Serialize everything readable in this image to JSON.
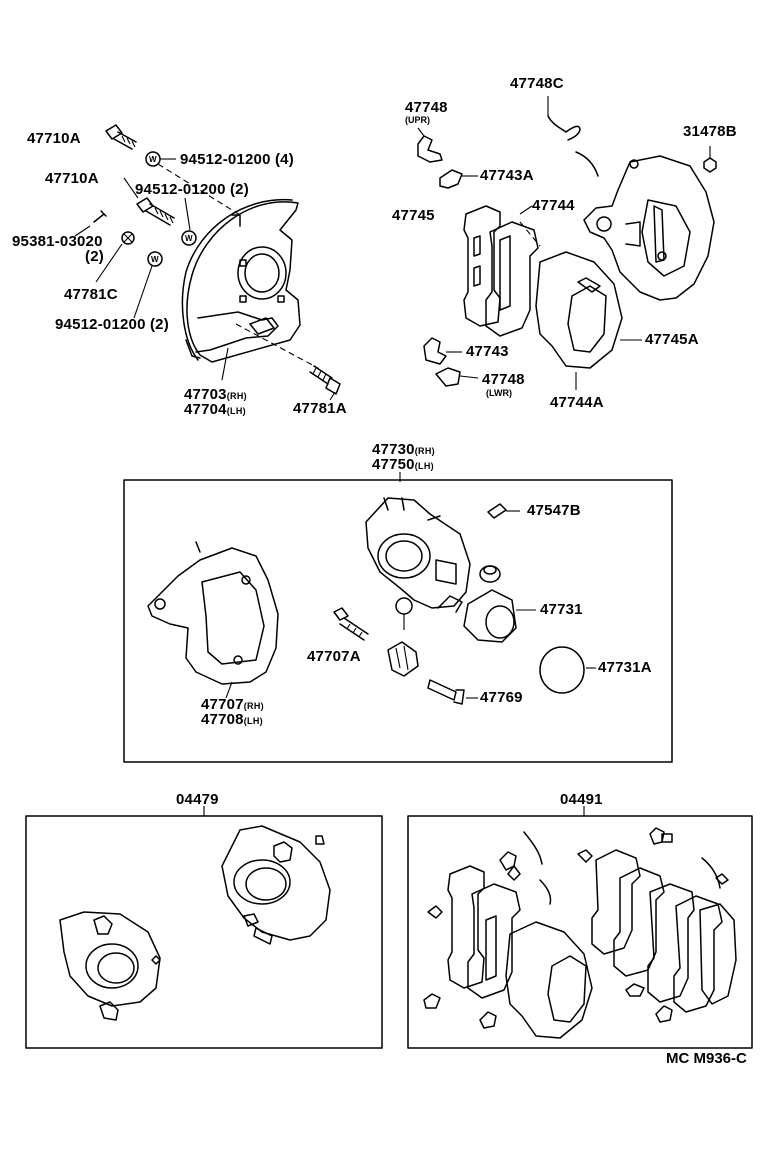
{
  "labels": {
    "l47710A_1": "47710A",
    "l94512_4": "94512-01200 (4)",
    "l47710A_2": "47710A",
    "l94512_2a": "94512-01200 (2)",
    "l95381": "95381-03020",
    "l95381_qty": "(2)",
    "l47781C": "47781C",
    "l94512_2b": "94512-01200 (2)",
    "l47703": "47703",
    "l47703_sub": "(RH)",
    "l47704": "47704",
    "l47704_sub": "(LH)",
    "l47781A": "47781A",
    "l47748C": "47748C",
    "l47748_up": "47748",
    "l47748_up_sub": "(UPR)",
    "l31478B": "31478B",
    "l47743A": "47743A",
    "l47744": "47744",
    "l47745": "47745",
    "l47745A": "47745A",
    "l47743": "47743",
    "l47748_lw": "47748",
    "l47748_lw_sub": "(LWR)",
    "l47744A": "47744A",
    "l47730": "47730",
    "l47730_sub": "(RH)",
    "l47750": "47750",
    "l47750_sub": "(LH)",
    "l47547B": "47547B",
    "l47731": "47731",
    "l47707A": "47707A",
    "l47731A": "47731A",
    "l47769": "47769",
    "l47707": "47707",
    "l47707_sub": "(RH)",
    "l47708": "47708",
    "l47708_sub": "(LH)",
    "l04479": "04479",
    "l04491": "04491",
    "l_code": "MC M936-C"
  }
}
